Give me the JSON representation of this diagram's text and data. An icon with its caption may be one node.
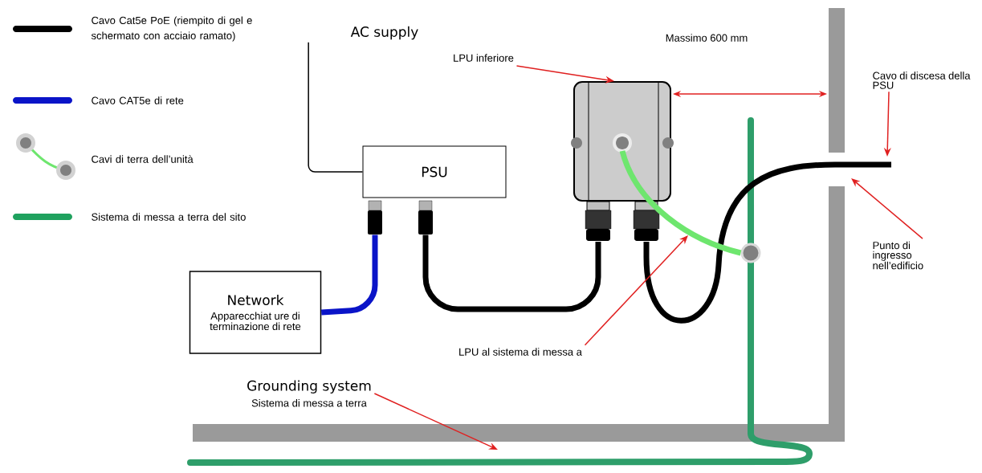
{
  "diagram": {
    "nodes": [
      {
        "text": [
          "AC supply"
        ]
      },
      {
        "text": [
          "PSU"
        ]
      },
      {
        "text": [
          "Network",
          "Apparecchiat ure di terminazione di rete"
        ]
      },
      {
        "text": [
          "LPU inferiore"
        ]
      },
      {
        "text": [],
        "shape": "box"
      },
      {
        "text": [
          "Cavo di discesa della PSU"
        ]
      },
      {
        "text": [
          "Punto di ingresso nell’edificio"
        ]
      },
      {
        "text": [
          "LPU al sistema di messa a"
        ]
      },
      {
        "text": [
          "Grounding system",
          "Sistema di messa a terra"
        ]
      },
      {
        "text": [],
        "shape": "circle"
      }
    ],
    "edges": [
      {
        "from": 0,
        "to": 1,
        "arrow": "none",
        "color": "#000000"
      },
      {
        "from": 2,
        "to": 1,
        "arrow": "none",
        "style": "thick",
        "color": "#0a14c8"
      },
      {
        "from": 1,
        "to": 4,
        "arrow": "none",
        "style": "thick",
        "color": "#000000"
      },
      {
        "from": 4,
        "to": null,
        "arrow": "none",
        "style": "thick",
        "color": "#000000"
      },
      {
        "from": 4,
        "to": 9,
        "arrow": "none",
        "style": "thick",
        "color": "#6ee66e"
      },
      {
        "from": 3,
        "to": 4,
        "arrow": "to",
        "color": "#e02020"
      },
      {
        "from": 5,
        "to": null,
        "arrow": "to",
        "color": "#e02020"
      },
      {
        "from": 6,
        "to": null,
        "arrow": "to",
        "color": "#e02020"
      },
      {
        "from": 7,
        "to": null,
        "arrow": "to",
        "color": "#e02020"
      },
      {
        "from": 8,
        "to": null,
        "arrow": "to",
        "color": "#e02020"
      }
    ],
    "labels": [
      "Massimo 600 mm"
    ],
    "legend": [
      {
        "text": "Cavo Cat5e PoE (riempito di gel e schermato con acciaio ramato)",
        "color": "#000000"
      },
      {
        "text": "Cavo CAT5e di rete",
        "color": "#0a14c8"
      },
      {
        "text": "Cavi di terra dell’unità"
      },
      {
        "text": "Sistema di messa a terra del sito",
        "color": "#1fa15e"
      }
    ]
  }
}
